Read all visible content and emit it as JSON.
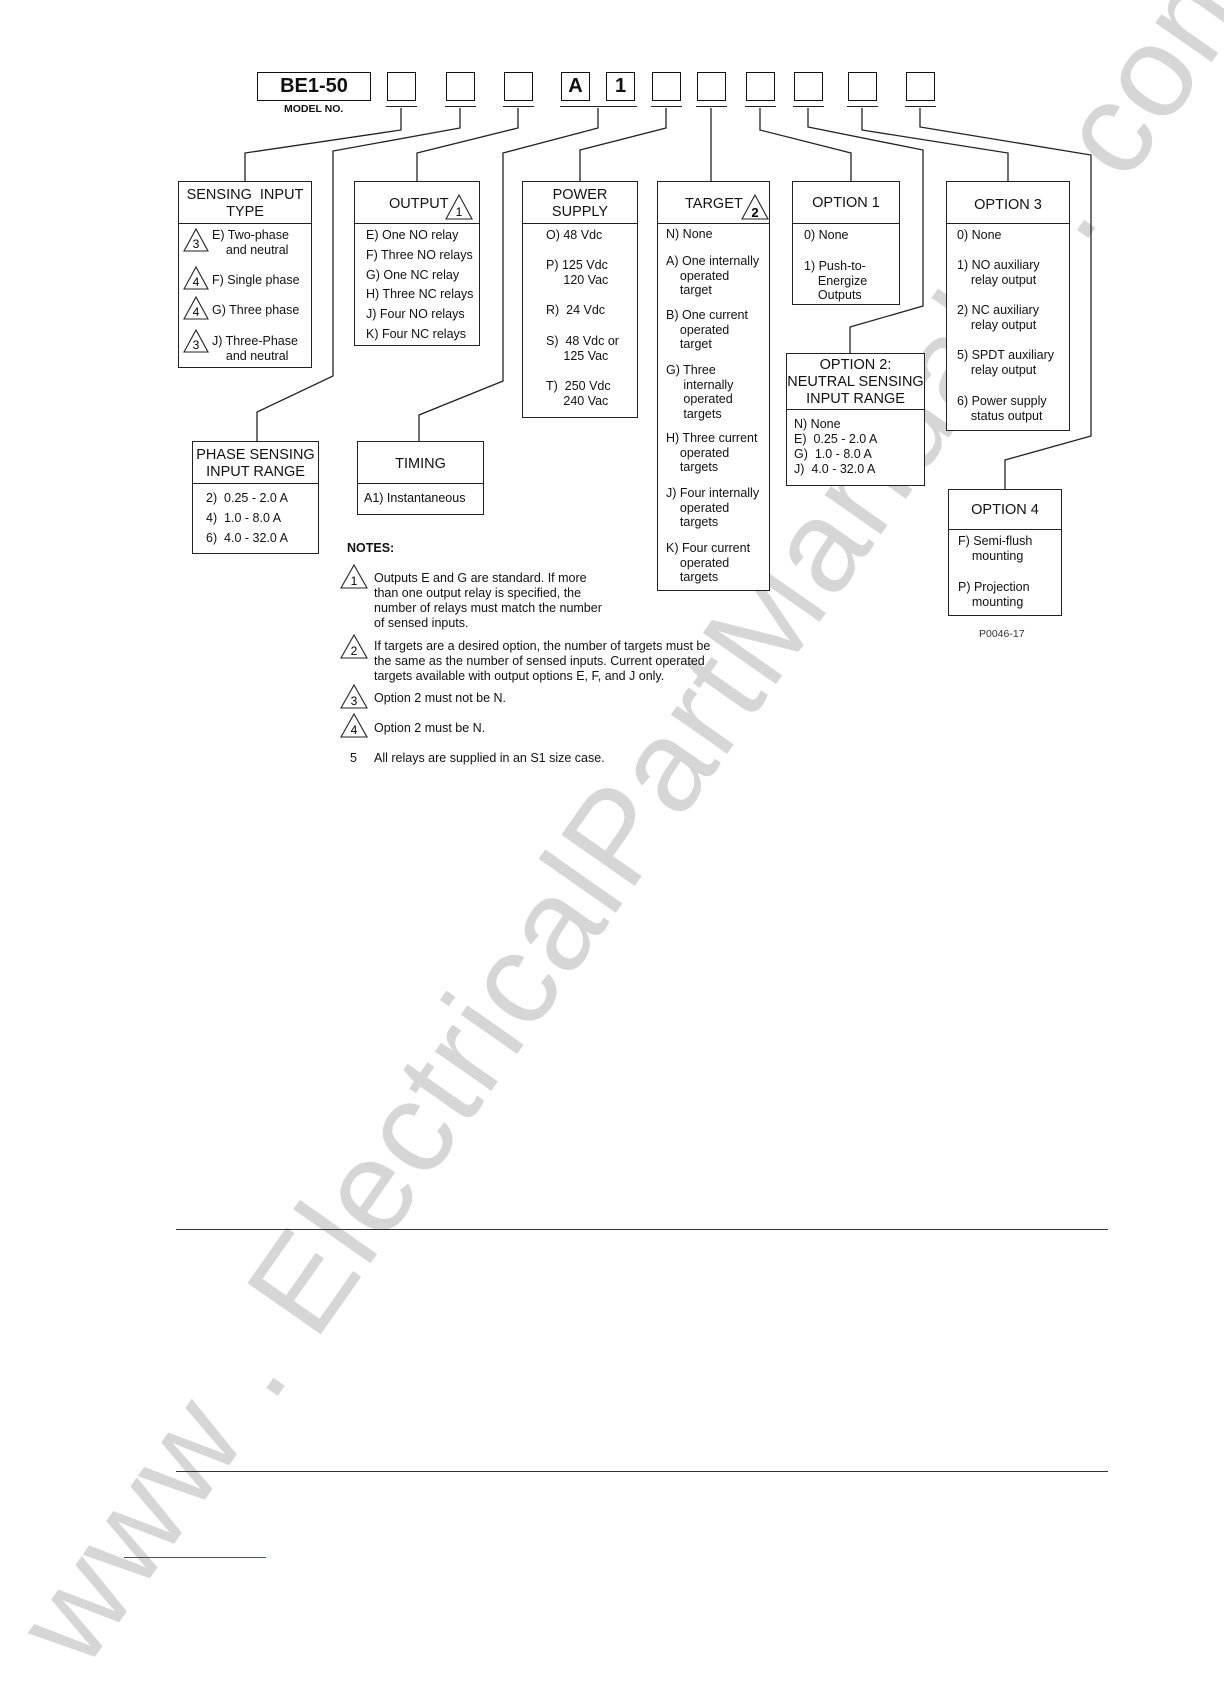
{
  "model": {
    "label": "BE1-50",
    "caption": "MODEL NO."
  },
  "fixed_codes": [
    "A",
    "1"
  ],
  "boxes": {
    "sensing_input": {
      "title": "SENSING  INPUT\nTYPE",
      "items": [
        {
          "note": "3",
          "text": "E) Two-phase\n    and neutral"
        },
        {
          "note": "4",
          "text": "F) Single phase"
        },
        {
          "note": "4",
          "text": "G) Three phase"
        },
        {
          "note": "3",
          "text": "J) Three-Phase\n    and neutral"
        }
      ]
    },
    "output": {
      "title": "OUTPUT",
      "title_note": "1",
      "items": [
        "E) One NO relay",
        "F) Three NO relays",
        "G) One NC relay",
        "H) Three NC relays",
        "J) Four NO relays",
        "K) Four NC relays"
      ]
    },
    "power_supply": {
      "title": "POWER\nSUPPLY",
      "items": [
        "O) 48 Vdc",
        "P) 125 Vdc\n     120 Vac",
        "R)  24 Vdc",
        "S)  48 Vdc or\n     125 Vac",
        "T)  250 Vdc\n     240 Vac"
      ]
    },
    "target": {
      "title": "TARGET",
      "title_note": "2",
      "items": [
        "N) None",
        "A) One internally\n    operated\n    target",
        "B) One current\n    operated\n    target",
        "G) Three\n     internally\n     operated\n     targets",
        "H) Three current\n    operated\n    targets",
        "J) Four internally\n    operated\n    targets",
        "K) Four current\n    operated\n    targets"
      ]
    },
    "option1": {
      "title": "OPTION 1",
      "items": [
        "0) None",
        "1) Push-to-\n    Energize\n    Outputs"
      ]
    },
    "option3": {
      "title": "OPTION 3",
      "items": [
        "0) None",
        "1) NO auxiliary\n    relay output",
        "2) NC auxiliary\n    relay output",
        "5) SPDT auxiliary\n    relay output",
        "6) Power supply\n    status output"
      ]
    },
    "option2": {
      "title": "OPTION 2:\nNEUTRAL SENSING\nINPUT RANGE",
      "items": [
        "N) None",
        "E)  0.25 - 2.0 A",
        "G)  1.0 - 8.0 A",
        "J)  4.0 - 32.0 A"
      ]
    },
    "phase_sensing": {
      "title": "PHASE SENSING\nINPUT RANGE",
      "items": [
        "2)  0.25 - 2.0 A",
        "4)  1.0 - 8.0 A",
        "6)  4.0 - 32.0 A"
      ]
    },
    "timing": {
      "title": "TIMING",
      "items": [
        "A1) Instantaneous"
      ]
    },
    "option4": {
      "title": "OPTION 4",
      "items": [
        "F) Semi-flush\n    mounting",
        "P) Projection\n    mounting"
      ]
    }
  },
  "figure_id": "P0046-17",
  "notes": {
    "heading": "NOTES:",
    "items": [
      {
        "mark": "1",
        "text": "Outputs E and G are standard. If more\nthan one output relay is specified, the\nnumber of relays must match the number\nof sensed inputs."
      },
      {
        "mark": "2",
        "text": "If targets are a desired option, the number of targets must be\nthe same as the number of sensed inputs. Current operated\ntargets available with output options E, F, and J only."
      },
      {
        "mark": "3",
        "text": "Option 2 must not be N."
      },
      {
        "mark": "4",
        "text": "Option 2 must be N."
      },
      {
        "mark": "5",
        "text": "All relays are supplied in an S1 size case."
      }
    ]
  },
  "watermark": "www . ElectricalPartManuals . com"
}
